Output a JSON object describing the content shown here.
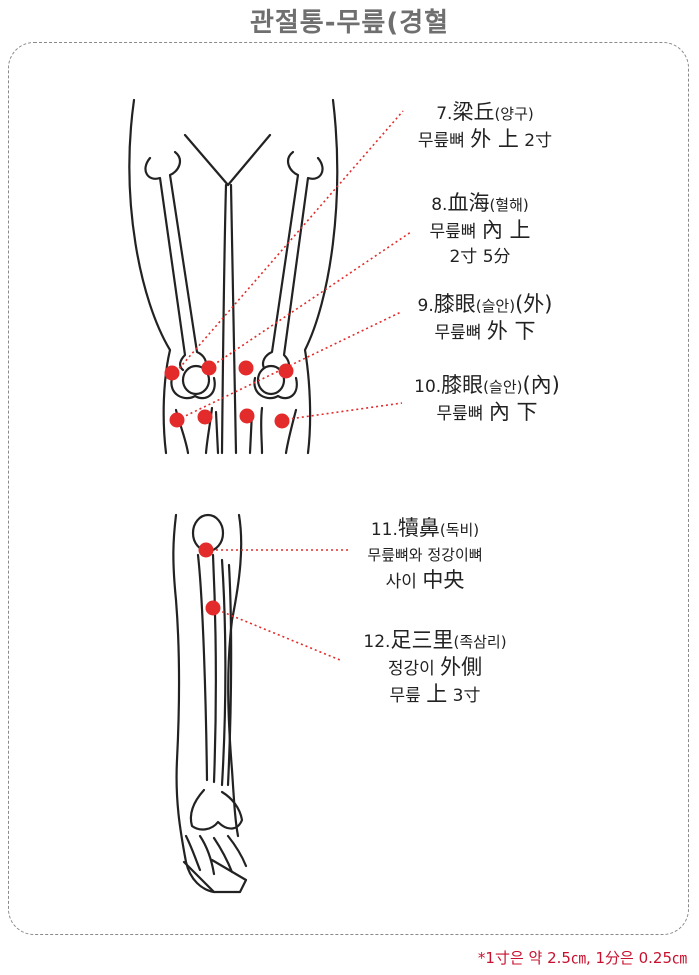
{
  "title": "관절통-무릎(경혈",
  "accent_color": "#e32b2b",
  "points": [
    {
      "num": "7.",
      "name": "梁丘",
      "reading": "(양구)",
      "line2_prefix": "무릎뼈 ",
      "line2_big": "外 上",
      "line2_suffix": " 2寸"
    },
    {
      "num": "8.",
      "name": "血海",
      "reading": "(혈해)",
      "line2_prefix": "무릎뼈 ",
      "line2_big": "內 上",
      "line3": "2寸 5分"
    },
    {
      "num": "9.",
      "name": "膝眼",
      "reading": "(슬안)",
      "side": "(外)",
      "line2_prefix": "무릎뼈 ",
      "line2_big": "外 下"
    },
    {
      "num": "10.",
      "name": "膝眼",
      "reading": "(슬안)",
      "side": "(內)",
      "line2_prefix": "무릎뼈 ",
      "line2_big": "內 下"
    },
    {
      "num": "11.",
      "name": "犢鼻",
      "reading": "(독비)",
      "line2": "무릎뼈와 정강이뼈",
      "line3_prefix": "사이 ",
      "line3_big": "中央"
    },
    {
      "num": "12.",
      "name": "足三里",
      "reading": "(족삼리)",
      "line2_prefix": "정강이 ",
      "line2_big": "外側",
      "line3_prefix": "무릎 ",
      "line3_big": "上",
      "line3_suffix": " 3寸"
    }
  ],
  "footnote": "*1寸은 약 2.5㎝, 1分은 0.25㎝"
}
